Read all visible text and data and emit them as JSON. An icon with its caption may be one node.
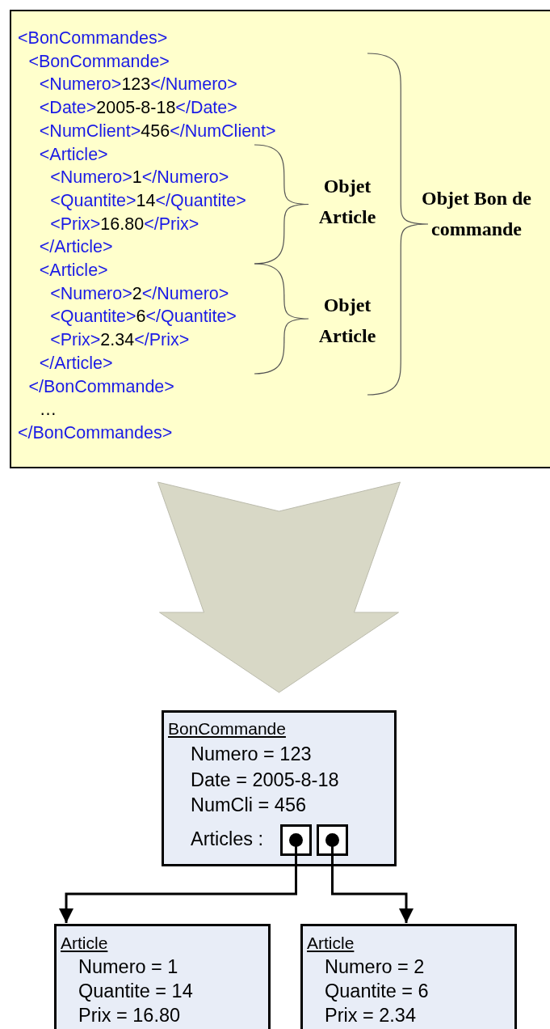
{
  "diagram": {
    "nodes": [
      {
        "text": [
          "<BonCommandes>",
          "<BonCommande>",
          "<Numero>123</Numero>",
          "<Date>2005-8-18</Date>",
          "<NumClient>456</NumClient>",
          "<Article>",
          "<Numero>1</Numero>",
          "<Quantite>14</Quantite>",
          "<Prix>16.80</Prix>",
          "</Article>",
          "<Article>",
          "<Numero>2</Numero>",
          "<Quantite>6</Quantite>",
          "<Prix>2.34</Prix>",
          "</Article>",
          "</BonCommande>",
          "…",
          "</BonCommandes>"
        ]
      },
      {
        "text": [
          "BonCommande",
          "Numero = 123",
          "Date = 2005-8-18",
          "NumCli = 456",
          "Articles :"
        ]
      },
      {
        "text": [],
        "shape": "box",
        "in": 1
      },
      {
        "text": [],
        "shape": "box",
        "in": 1
      },
      {
        "text": [
          "Article",
          "Numero = 1",
          "Quantite = 14",
          "Prix = 16.80"
        ]
      },
      {
        "text": [
          "Article",
          "Numero = 2",
          "Quantite = 6",
          "Prix = 2.34"
        ]
      }
    ],
    "edges": [
      {
        "from": 0,
        "to": 1,
        "arrow": "to",
        "style": "thick",
        "color": "#d8d8c6"
      },
      {
        "from": 2,
        "to": 4,
        "arrow": "to"
      },
      {
        "from": 3,
        "to": 5,
        "arrow": "to"
      }
    ],
    "labels": [
      "Objet Article",
      "Objet Article",
      "Objet Bon de commande"
    ]
  }
}
